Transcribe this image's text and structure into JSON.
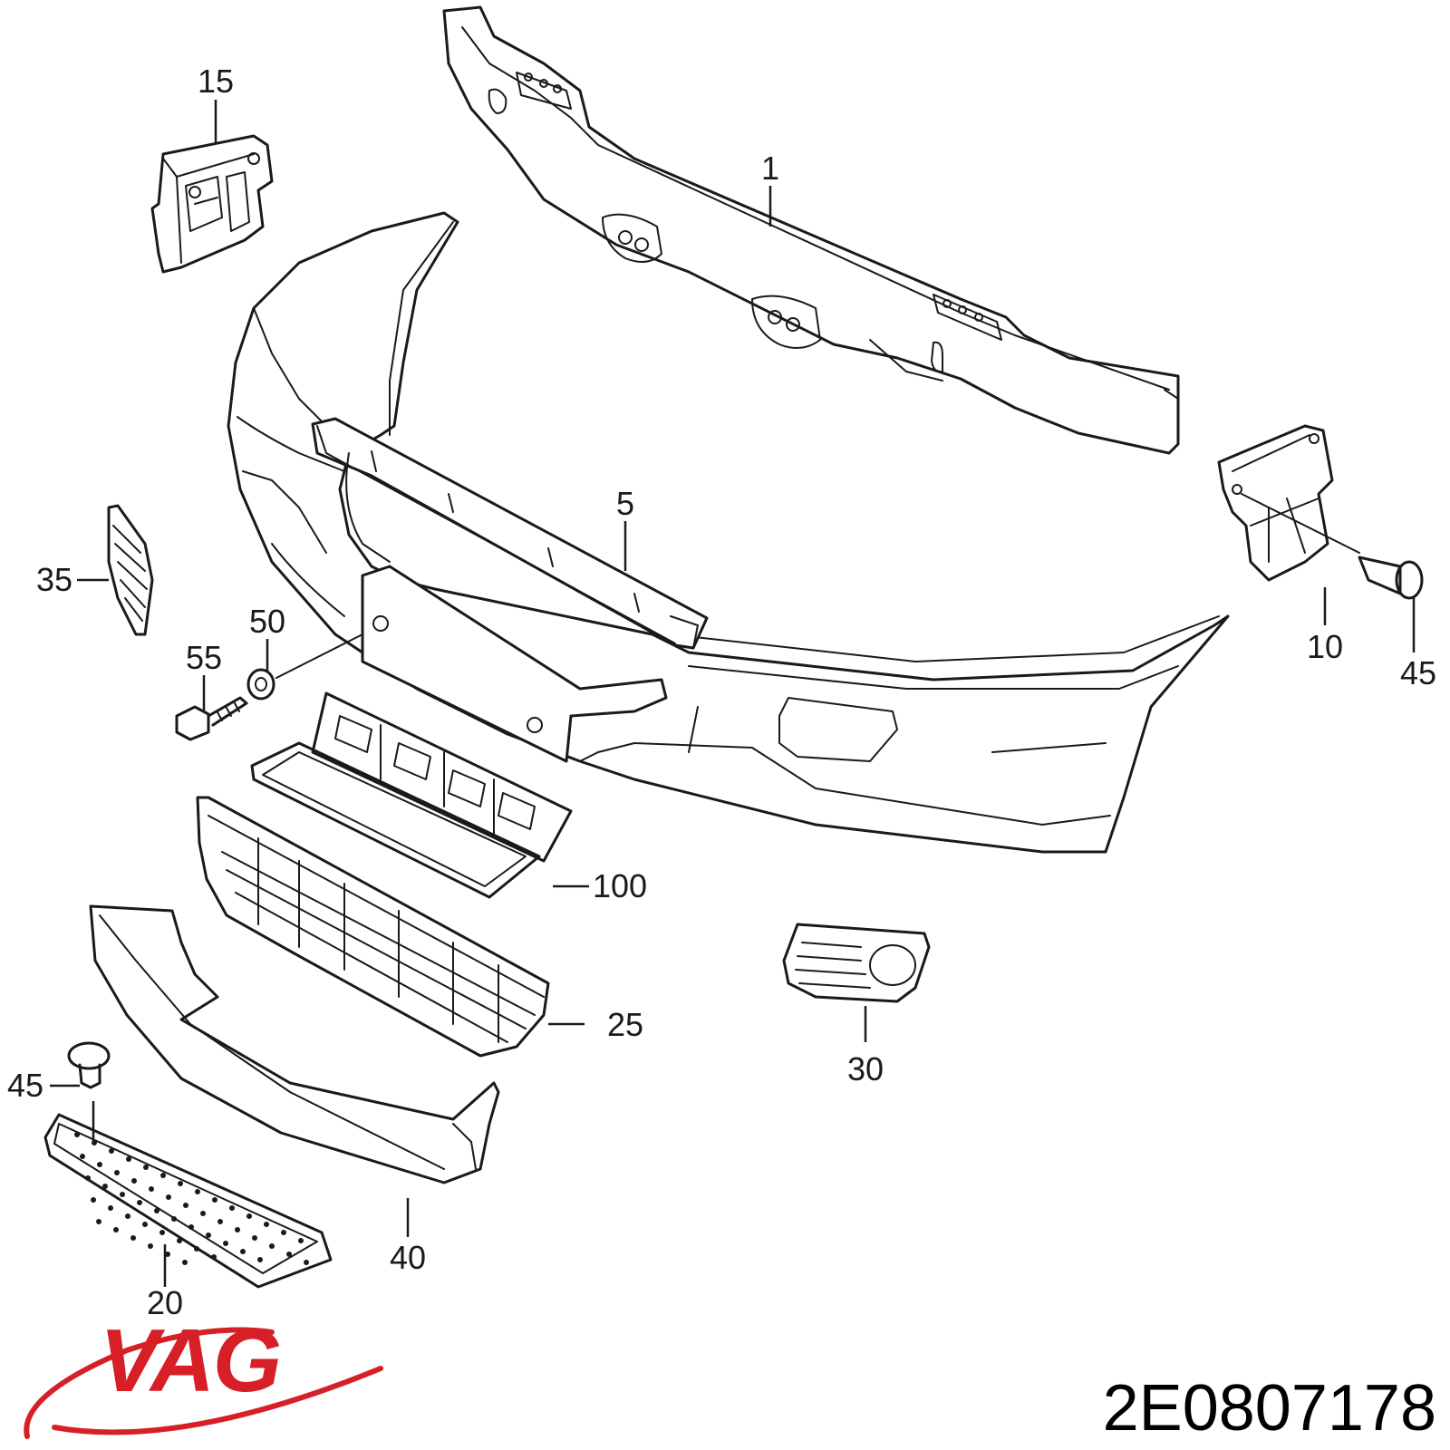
{
  "callouts": {
    "c1": "1",
    "c5": "5",
    "c10": "10",
    "c15": "15",
    "c20": "20",
    "c25": "25",
    "c30": "30",
    "c35": "35",
    "c40": "40",
    "c45_right": "45",
    "c45_left": "45",
    "c50": "50",
    "c55": "55",
    "c100": "100"
  },
  "brand": {
    "name": "VAG",
    "color": "#d61f26"
  },
  "part_number": "2E0807178",
  "icons": [
    "vag-logo-icon"
  ]
}
